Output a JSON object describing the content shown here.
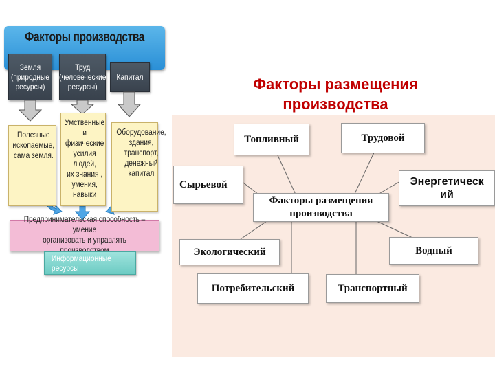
{
  "left_diagram": {
    "title": "Факторы производства",
    "categories": [
      {
        "label": "Земля\n(природные\nресурсы)",
        "desc": "Полезные\nископаемые,\nсама земля."
      },
      {
        "label": "Труд\n(человеческие\nресурсы)",
        "desc": "Умственные и\nфизические\nусилия людей,\nих знания ,\nумения,\nнавыки"
      },
      {
        "label": "Капитал",
        "desc": "Оборудование,\nздания,\nтранспорт,\nденежный\nкапитал"
      }
    ],
    "entrepreneurship": "Предпринимательская способность – умение\nорганизовать и управлять производством",
    "information": "Информационные  ресурсы"
  },
  "right_diagram": {
    "title": "Факторы размещения\nпроизводства",
    "center": "Факторы размещения\nпроизводства",
    "factors": {
      "fuel": "Топливный",
      "labor": "Трудовой",
      "raw": "Сырьевой",
      "energy": "Энергетическ\nий",
      "eco": "Экологический",
      "water": "Водный",
      "consumer": "Потребительский",
      "transport": "Транспортный"
    }
  },
  "colors": {
    "right_title": "#c00000",
    "panel_bg": "#fbeae1",
    "banner": "#2a8fd6",
    "category_box": "#434d58",
    "description_box": "#fdf4c4",
    "entrepreneurship_box": "#f3bcd6",
    "information_box": "#6ccbc3"
  }
}
